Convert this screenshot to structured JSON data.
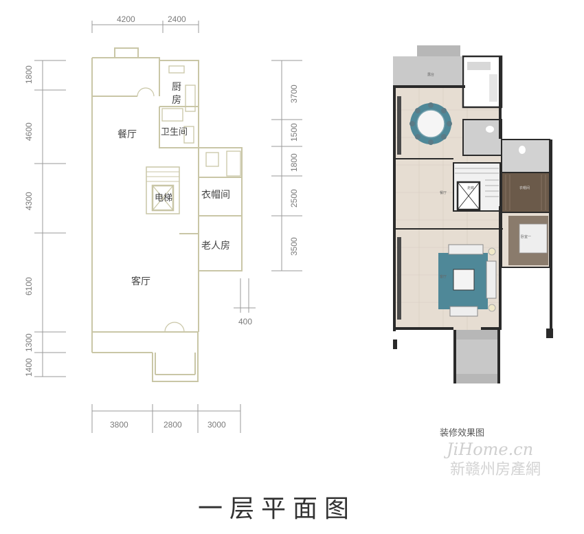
{
  "plan": {
    "top_dims": [
      "4200",
      "2400"
    ],
    "bottom_dims": [
      "3800",
      "2800",
      "3000"
    ],
    "left_dims": [
      "1800",
      "4600",
      "4300",
      "6100",
      "1300",
      "1400"
    ],
    "right_dims": [
      "3700",
      "1500",
      "1800",
      "2500",
      "3500"
    ],
    "small_dim": "400",
    "rooms": {
      "kitchen_1": "厨",
      "kitchen_2": "房",
      "dining": "餐厅",
      "bathroom": "卫生间",
      "cloakroom": "衣帽间",
      "elevator": "电梯",
      "elder_room": "老人房",
      "living": "客厅"
    }
  },
  "render": {
    "caption": "装修效果图",
    "small_labels": {
      "dining": "餐厅",
      "corridor": "走廊",
      "living": "客厅",
      "bedroom": "卧室一",
      "cloak": "衣帽间",
      "terrace": "露台"
    }
  },
  "watermark": {
    "latin": "JiHome.cn",
    "chinese": "新赣州房產網"
  },
  "title": "一层平面图",
  "colors": {
    "wall": "#c9c6a6",
    "dim_line": "#9a9a9a",
    "render_wall": "#2a2a2a",
    "floor": "#e6ddd2",
    "rug": "#4f8898",
    "wood": "#6b5a4a",
    "terrace": "#b7b7b7"
  }
}
